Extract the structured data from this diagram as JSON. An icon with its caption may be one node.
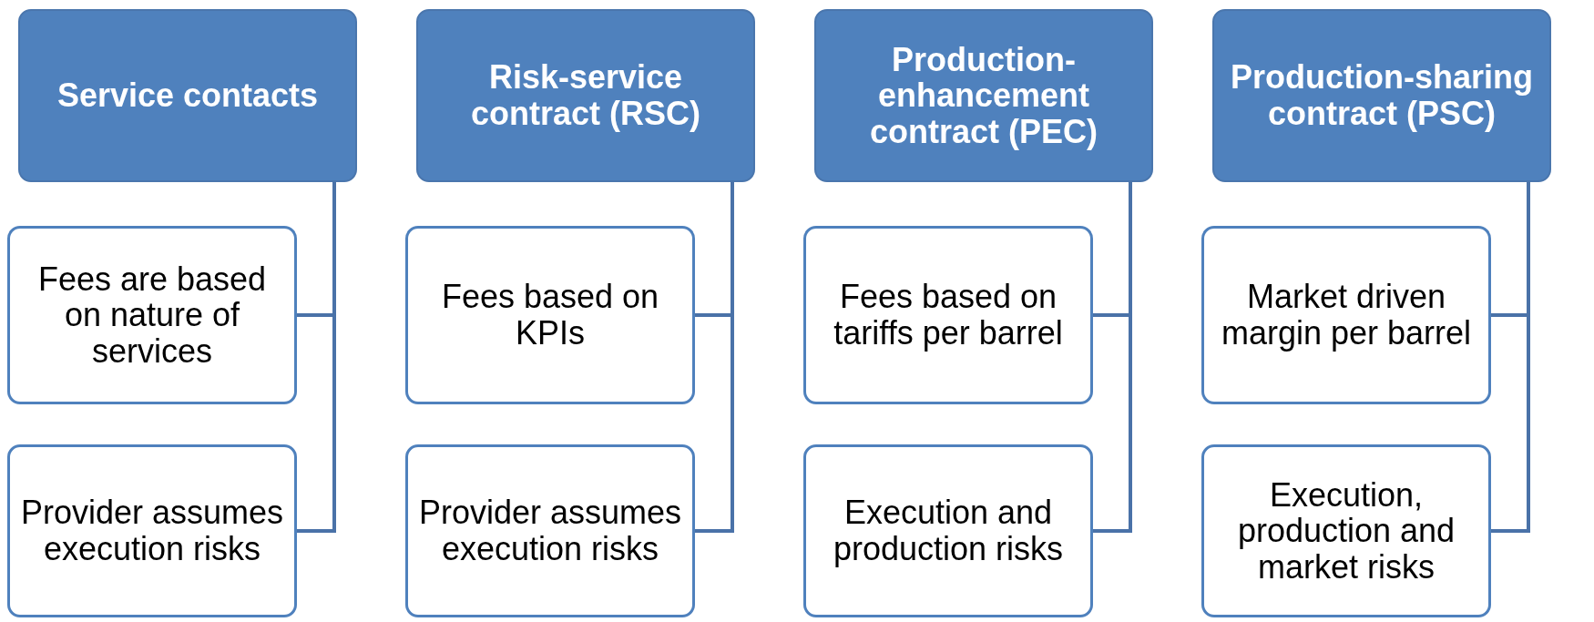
{
  "diagram": {
    "nodes": [
      {
        "text": [
          "Service contacts"
        ]
      },
      {
        "text": [
          "Fees are based on nature of services"
        ]
      },
      {
        "text": [
          "Provider assumes execution risks"
        ]
      },
      {
        "text": [
          "Risk-service contract (RSC)"
        ]
      },
      {
        "text": [
          "Fees based on KPIs"
        ]
      },
      {
        "text": [
          "Provider assumes execution risks"
        ]
      },
      {
        "text": [
          "Production-enhancement contract (PEC)"
        ]
      },
      {
        "text": [
          "Fees based on tariffs per barrel"
        ]
      },
      {
        "text": [
          "Execution and production risks"
        ]
      },
      {
        "text": [
          "Production-sharing contract (PSC)"
        ]
      },
      {
        "text": [
          "Market driven margin per barrel"
        ]
      },
      {
        "text": [
          "Execution, production and market risks"
        ]
      }
    ],
    "edges": [
      {
        "from": 0,
        "to": 1,
        "arrow": "none"
      },
      {
        "from": 0,
        "to": 2,
        "arrow": "none"
      },
      {
        "from": 3,
        "to": 4,
        "arrow": "none"
      },
      {
        "from": 3,
        "to": 5,
        "arrow": "none"
      },
      {
        "from": 6,
        "to": 7,
        "arrow": "none"
      },
      {
        "from": 6,
        "to": 8,
        "arrow": "none"
      },
      {
        "from": 9,
        "to": 10,
        "arrow": "none"
      },
      {
        "from": 9,
        "to": 11,
        "arrow": "none"
      }
    ]
  }
}
